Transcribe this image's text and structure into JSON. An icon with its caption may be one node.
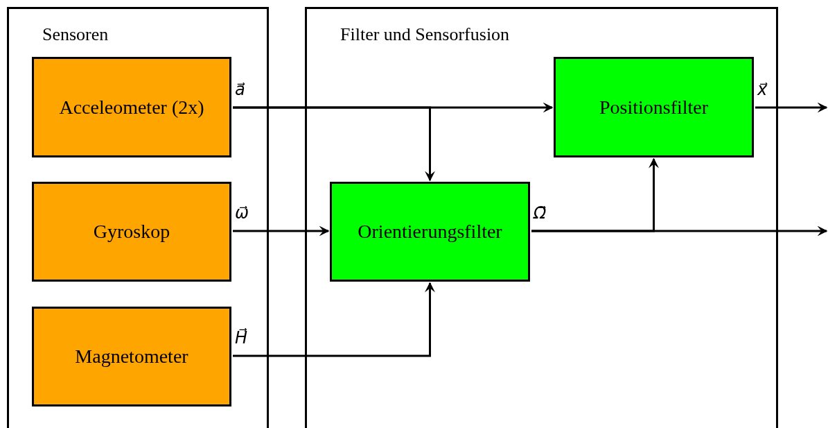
{
  "diagram": {
    "nodes": [
      {
        "text": [
          "Sensoren"
        ]
      },
      {
        "text": [
          "Acceleometer (2x)"
        ],
        "in": 0
      },
      {
        "text": [
          "Gyroskop"
        ],
        "in": 0
      },
      {
        "text": [
          "Magnetometer"
        ],
        "in": 0
      },
      {
        "text": [
          "Filter und Sensorfusion"
        ]
      },
      {
        "text": [
          "Positionsfilter"
        ],
        "in": 4
      },
      {
        "text": [
          "Orientierungsfilter"
        ],
        "in": 4
      }
    ],
    "edges": [
      {
        "from": 1,
        "to": 5,
        "arrow": "to",
        "label": "a⃗"
      },
      {
        "from": 1,
        "to": 6,
        "arrow": "to"
      },
      {
        "from": 2,
        "to": 6,
        "arrow": "to",
        "label": "ω⃗"
      },
      {
        "from": 3,
        "to": 6,
        "arrow": "to",
        "label": "H⃗"
      },
      {
        "from": 6,
        "to": null,
        "arrow": "to",
        "label": "Ω⃗"
      },
      {
        "from": 6,
        "to": 5,
        "arrow": "to"
      },
      {
        "from": 5,
        "to": null,
        "arrow": "to",
        "label": "x⃗"
      }
    ]
  }
}
